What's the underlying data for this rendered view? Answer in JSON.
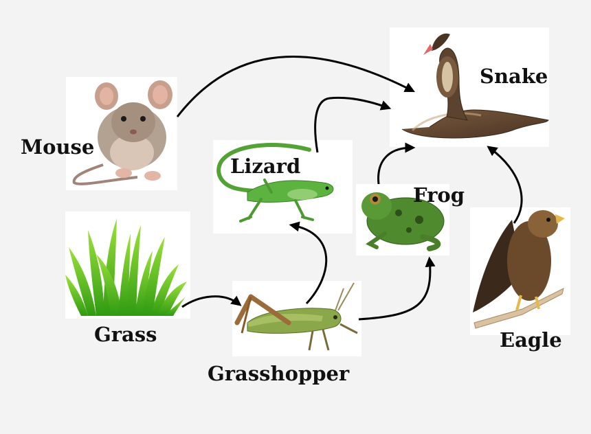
{
  "organisms": {
    "mouse": {
      "label": "Mouse"
    },
    "lizard": {
      "label": "Lizard"
    },
    "snake": {
      "label": "Snake"
    },
    "frog": {
      "label": "Frog"
    },
    "grass": {
      "label": "Grass"
    },
    "grasshopper": {
      "label": "Grasshopper"
    },
    "eagle": {
      "label": "Eagle"
    }
  },
  "food_chain_links": [
    {
      "from": "Mouse",
      "to": "Snake"
    },
    {
      "from": "Lizard",
      "to": "Snake"
    },
    {
      "from": "Frog",
      "to": "Snake"
    },
    {
      "from": "Eagle",
      "to": "Snake"
    },
    {
      "from": "Grass",
      "to": "Grasshopper"
    },
    {
      "from": "Grasshopper",
      "to": "Lizard"
    },
    {
      "from": "Grasshopper",
      "to": "Frog"
    }
  ]
}
